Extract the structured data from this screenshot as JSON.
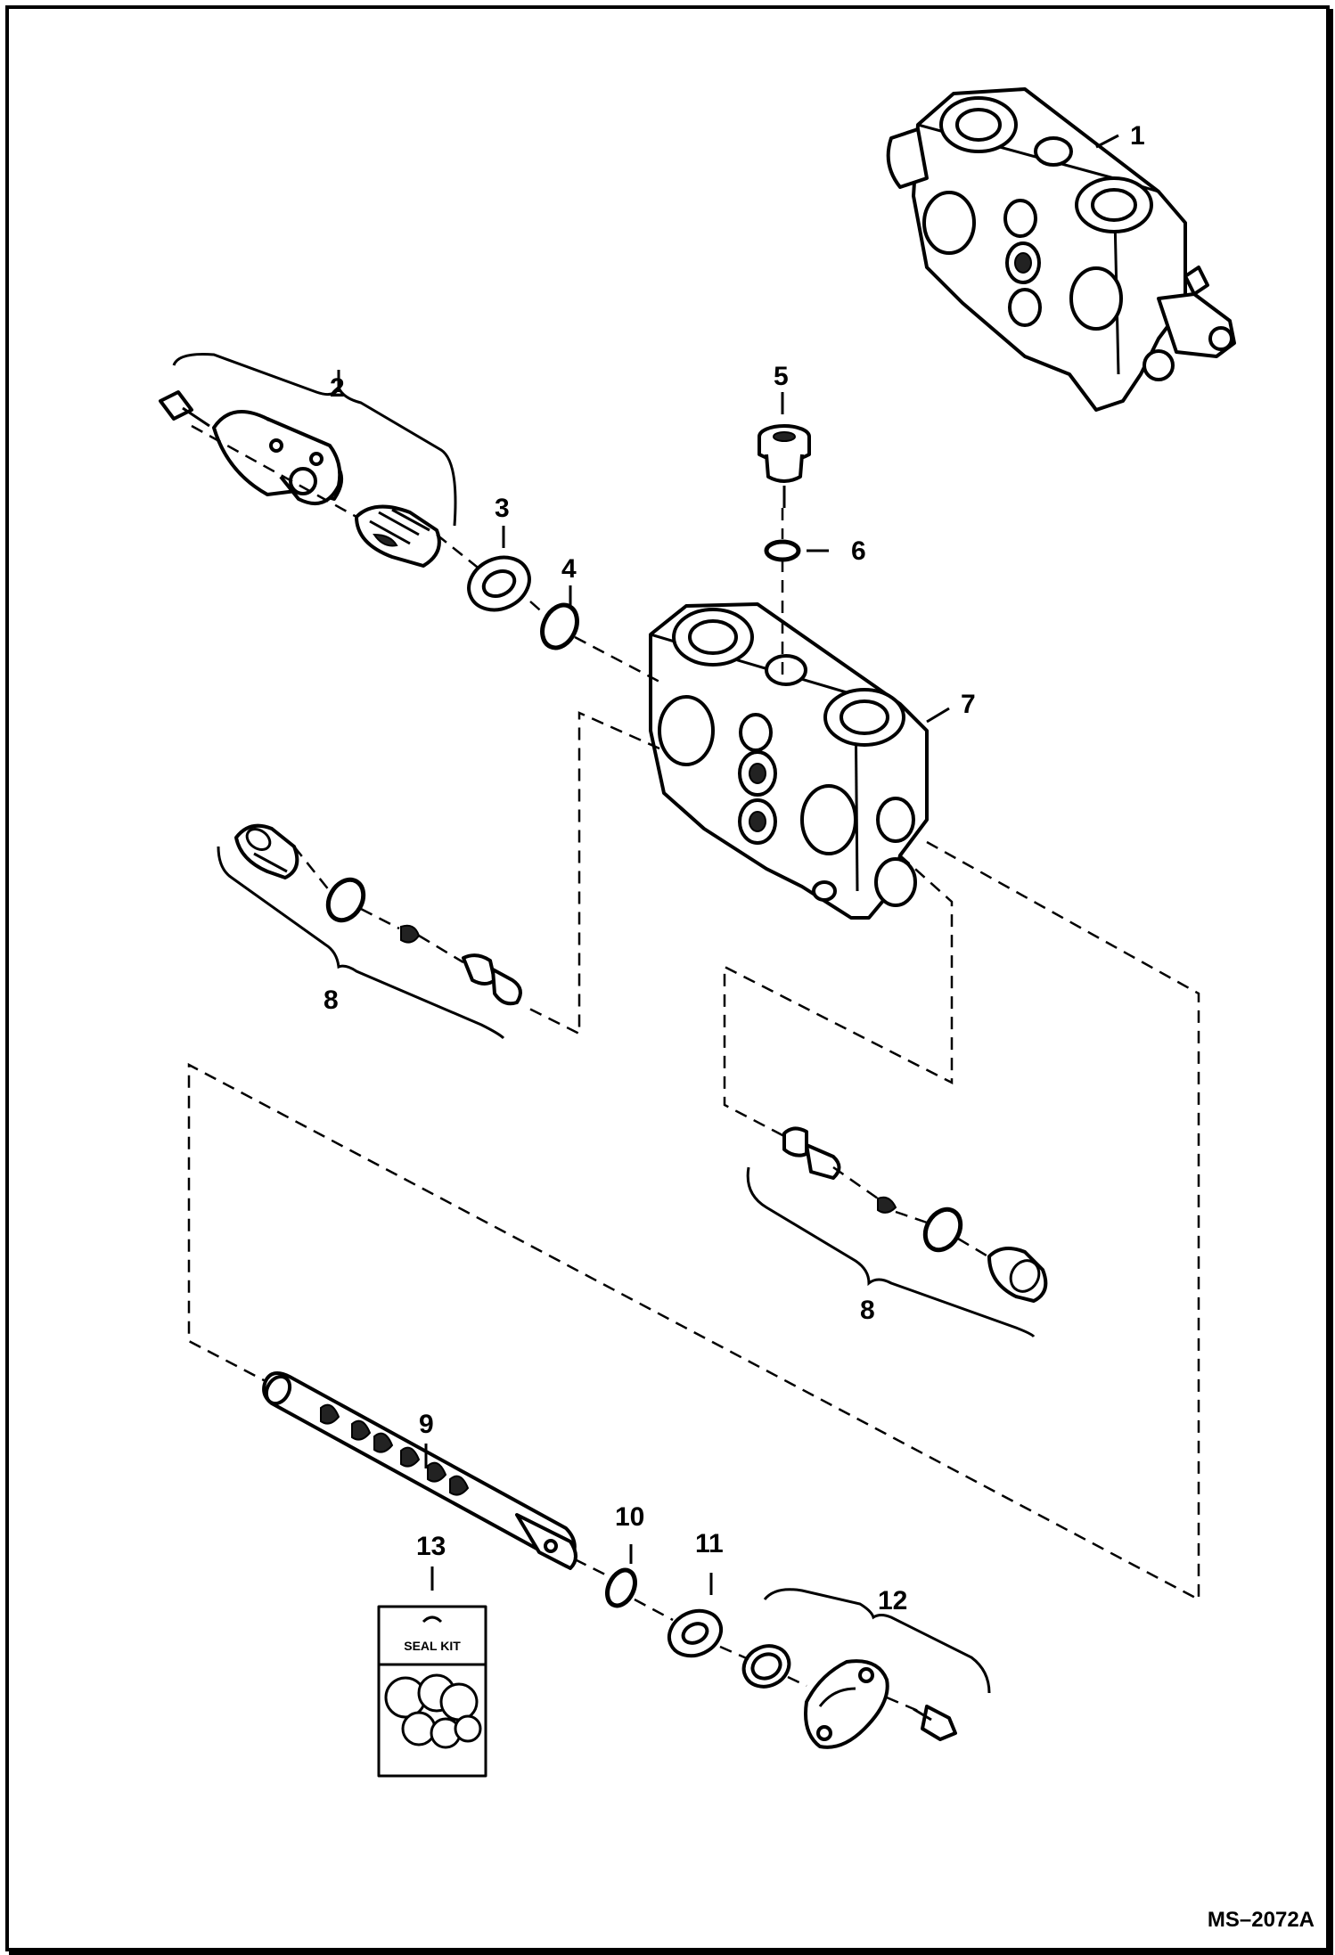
{
  "diagram": {
    "drawing_code": "MS–2072A",
    "seal_kit_label": "SEAL KIT",
    "callouts": [
      {
        "id": "1",
        "text": "1"
      },
      {
        "id": "2",
        "text": "2"
      },
      {
        "id": "3",
        "text": "3"
      },
      {
        "id": "4",
        "text": "4"
      },
      {
        "id": "5",
        "text": "5"
      },
      {
        "id": "6",
        "text": "6"
      },
      {
        "id": "7",
        "text": "7"
      },
      {
        "id": "8a",
        "text": "8"
      },
      {
        "id": "8b",
        "text": "8"
      },
      {
        "id": "9",
        "text": "9"
      },
      {
        "id": "10",
        "text": "10"
      },
      {
        "id": "11",
        "text": "11"
      },
      {
        "id": "12",
        "text": "12"
      },
      {
        "id": "13",
        "text": "13"
      }
    ]
  }
}
